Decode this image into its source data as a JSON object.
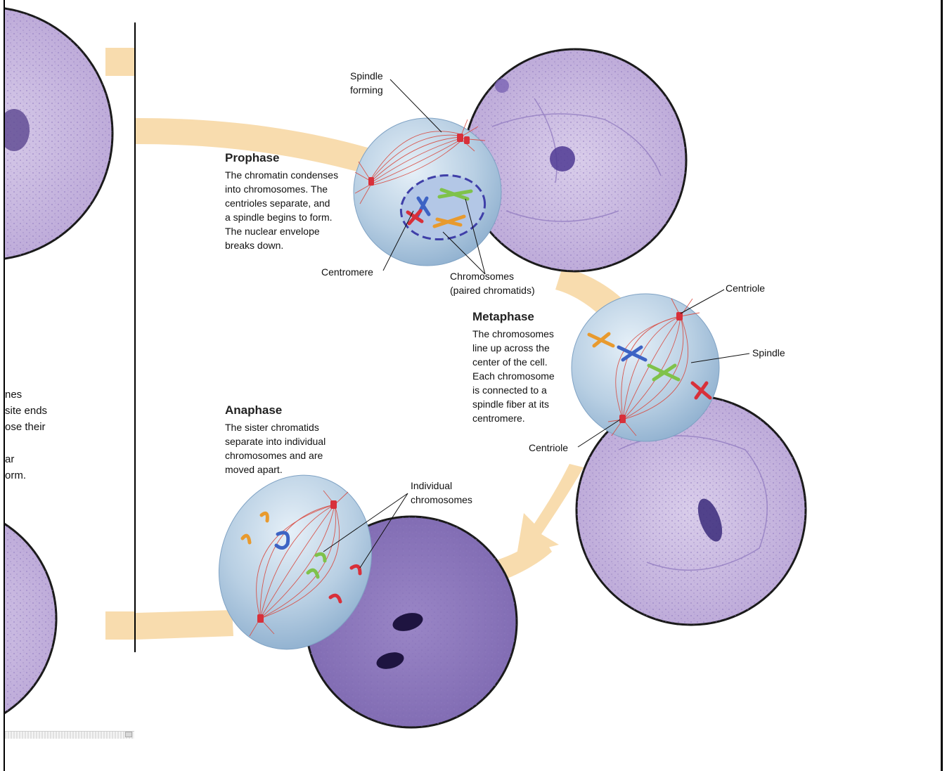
{
  "prophase": {
    "title": "Prophase",
    "text": "The chromatin condenses\ninto chromosomes. The\ncentrioles separate, and\na spindle begins to form.\nThe nuclear envelope\nbreaks down."
  },
  "metaphase": {
    "title": "Metaphase",
    "text": "The chromosomes\nline up across the\ncenter of the cell.\nEach chromosome\nis connected to a\nspindle fiber at its\ncentromere."
  },
  "anaphase": {
    "title": "Anaphase",
    "text": "The sister chromatids\nseparate into individual\nchromosomes and are\nmoved apart."
  },
  "labels": {
    "spindle_forming": "Spindle\nforming",
    "centromere": "Centromere",
    "chromosomes_paired": "Chromosomes\n(paired chromatids)",
    "centriole_top": "Centriole",
    "spindle": "Spindle",
    "centriole_bottom": "Centriole",
    "individual_chromosomes": "Individual\nchromosomes"
  },
  "left_fragment": [
    "nes",
    "site ends",
    "ose their",
    "",
    "ar",
    "orm."
  ],
  "colors": {
    "arrow": "#f8dcae",
    "cell": "#a9c4dc",
    "spindle_fiber": "#d84a40",
    "micrograph": "#a98fcb",
    "chromosome_blue": "#3d63c4",
    "chromosome_red": "#d8303a",
    "chromosome_green": "#7fc24a",
    "chromosome_orange": "#e89a2e"
  }
}
